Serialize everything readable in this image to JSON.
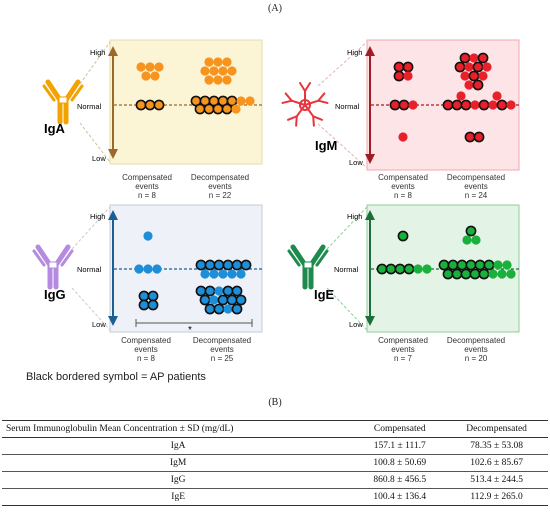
{
  "figure_label_a": "(A)",
  "figure_label_b": "(B)",
  "axis": {
    "high": "High",
    "normal": "Normal",
    "low": "Low"
  },
  "panels": [
    {
      "name": "IgA",
      "bg": "#fbf5d5",
      "border": "#e7dcae",
      "dot": "#f7941d",
      "axis_color": "#9b6a2a",
      "groups": [
        {
          "line1": "Compensated",
          "line2": "events",
          "n": "n = 8"
        },
        {
          "line1": "Decompensated",
          "line2": "events",
          "n": "n = 22"
        }
      ]
    },
    {
      "name": "IgM",
      "bg": "#fde4e6",
      "border": "#f1a8ae",
      "dot": "#e8202a",
      "axis_color": "#a11d23",
      "groups": [
        {
          "line1": "Compensated",
          "line2": "events",
          "n": "n = 8"
        },
        {
          "line1": "Decompensated",
          "line2": "events",
          "n": "n = 24"
        }
      ]
    },
    {
      "name": "IgG",
      "bg": "#eef1f8",
      "border": "#c4cad8",
      "dot": "#1d8fd8",
      "axis_color": "#1b5f97",
      "significance_mark": "*",
      "groups": [
        {
          "line1": "Compensated",
          "line2": "events",
          "n": "n = 8"
        },
        {
          "line1": "Decompensated",
          "line2": "events",
          "n": "n = 25"
        }
      ]
    },
    {
      "name": "IgE",
      "bg": "#e3f3e5",
      "border": "#8fcf99",
      "dot": "#1ab03c",
      "axis_color": "#1d6f3a",
      "groups": [
        {
          "line1": "Compensated",
          "line2": "events",
          "n": "n = 7"
        },
        {
          "line1": "Decompensated",
          "line2": "events",
          "n": "n = 20"
        }
      ]
    }
  ],
  "legend_note": "Black bordered symbol = AP patients",
  "table": {
    "header": [
      "Serum   Immunoglobulin Mean Concentration   ± SD (mg/dL)",
      "Compensated",
      "Decompensated"
    ],
    "rows": [
      [
        "IgA",
        "157.1 ± 111.7",
        "78.35 ± 53.08"
      ],
      [
        "IgM",
        "100.8 ± 50.69",
        "102.6 ± 85.67"
      ],
      [
        "IgG",
        "860.8 ± 456.5",
        "513.4 ± 244.5"
      ],
      [
        "IgE",
        "100.4 ± 136.4",
        "112.9 ± 265.0"
      ]
    ]
  }
}
